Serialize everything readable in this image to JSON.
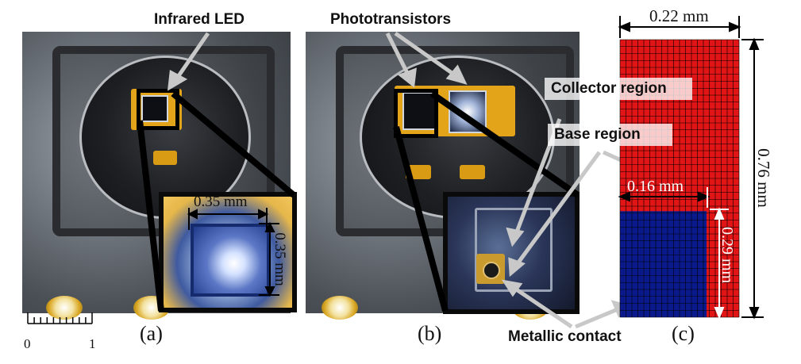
{
  "labels": {
    "infrared_led": "Infrared LED",
    "phototransistors": "Phototransistors",
    "collector_region": "Collector region",
    "base_region": "Base region",
    "metallic_contact": "Metallic contact"
  },
  "panels": {
    "a": "(a)",
    "b": "(b)",
    "c": "(c)"
  },
  "dimensions": {
    "led_width": "0.35 mm",
    "led_height": "0.35 mm",
    "model_width": "0.22 mm",
    "model_height": "0.76 mm",
    "base_width": "0.16 mm",
    "base_height": "0.29 mm"
  },
  "scale_bar": {
    "min": "0",
    "max": "1",
    "minor_ticks": 10
  },
  "colors": {
    "collector": "#e11515",
    "base": "#0a1a8c",
    "mesh": "#000000",
    "callout_arrow": "#c8c8c8",
    "gold": "#e4a41a"
  },
  "mesh": {
    "collector_cols": 20,
    "rows": 40,
    "base_fraction_width": 0.727,
    "base_fraction_height": 0.382
  }
}
